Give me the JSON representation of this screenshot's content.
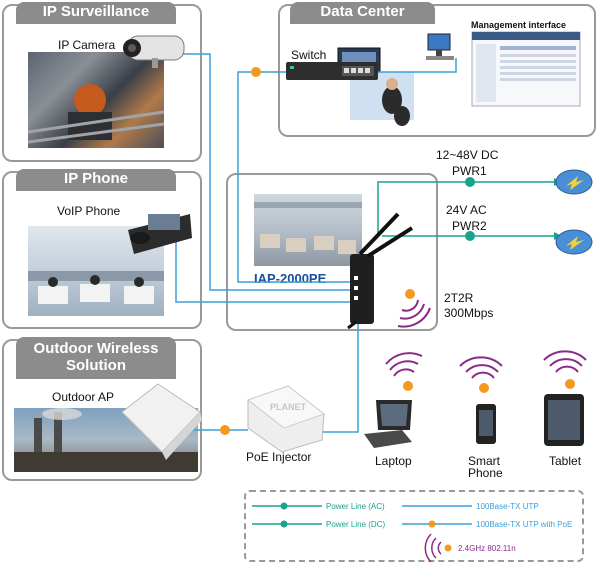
{
  "panels": {
    "surveillance": {
      "title": "IP Surveillance",
      "device_label": "IP Camera"
    },
    "phone": {
      "title": "IP Phone",
      "device_label": "VoIP Phone"
    },
    "outdoor": {
      "title_line1": "Outdoor Wireless",
      "title_line2": "Solution",
      "device_label": "Outdoor AP"
    },
    "datacenter": {
      "title": "Data Center",
      "switch_label": "Switch",
      "mgmt_label": "Management interface"
    }
  },
  "center": {
    "model": "IAP-2000PE",
    "mimo": "2T2R",
    "speed": "300Mbps"
  },
  "power": {
    "pwr1_voltage": "12~48V DC",
    "pwr1_label": "PWR1",
    "pwr2_voltage": "24V AC",
    "pwr2_label": "PWR2"
  },
  "injector": {
    "label": "PoE Injector",
    "brand": "PLANET"
  },
  "clients": {
    "laptop": "Laptop",
    "phone_line1": "Smart",
    "phone_line2": "Phone",
    "tablet": "Tablet"
  },
  "legend": {
    "ac": "Power Line (AC)",
    "dc": "Power Line (DC)",
    "utp": "100Base-TX UTP",
    "utp_poe": "100Base-TX UTP with PoE",
    "wifi": "2.4GHz 802.11n"
  },
  "colors": {
    "panel_border": "#9a9a9a",
    "tab_bg": "#8c8c8c",
    "cable_blue": "#3aa0d8",
    "power_green": "#17a38c",
    "poe_orange": "#f39a1e",
    "wifi_purple": "#8b2a8a",
    "model_blue": "#1a4f9c"
  },
  "icons": [
    "camera-icon",
    "voip-phone-icon",
    "outdoor-ap-icon",
    "switch-icon",
    "router-icon",
    "access-point-icon",
    "laptop-icon",
    "smartphone-icon",
    "tablet-icon",
    "poe-injector-icon",
    "wifi-signal-icon"
  ]
}
